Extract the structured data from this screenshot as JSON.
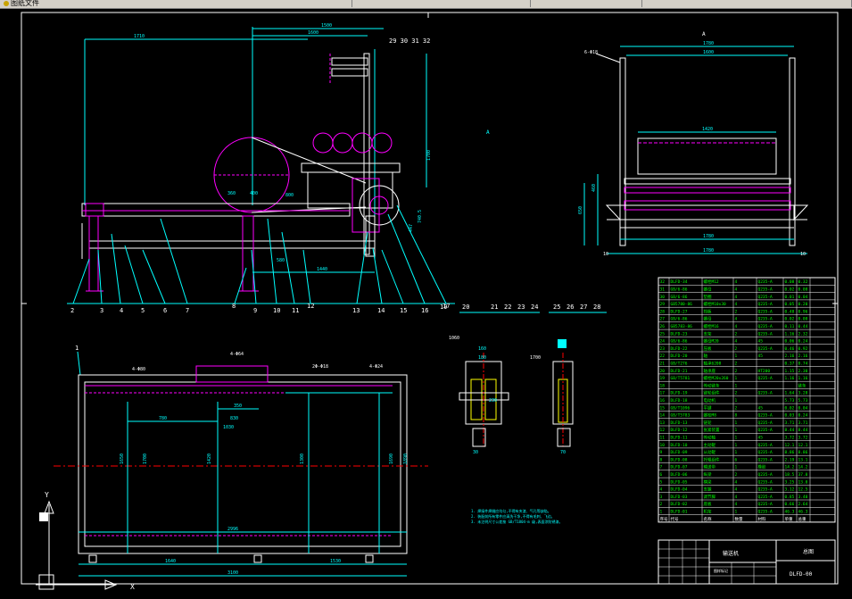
{
  "tabs": [
    {
      "label": "图纸文件"
    },
    {
      "label": ""
    },
    {
      "label": ""
    },
    {
      "label": ""
    }
  ],
  "front_view": {
    "dims_top": [
      "1710",
      "1600",
      "1500",
      "29  30  31  32"
    ],
    "dims_mid": [
      "1440",
      "1700",
      "580",
      "447",
      "740.5",
      "800",
      "400",
      "360"
    ],
    "part_numbers": [
      "2",
      "3",
      "4",
      "5",
      "6",
      "7",
      "8",
      "9",
      "10",
      "11",
      "12",
      "13",
      "14",
      "15",
      "16",
      "17",
      "18"
    ]
  },
  "side_view": {
    "label_a": "A",
    "dims": [
      "1780",
      "1600",
      "1420",
      "1780",
      "1780",
      "650",
      "460",
      "10",
      "10"
    ],
    "callout": "6-Φ18"
  },
  "plan_view": {
    "label": "1",
    "dims_bottom": [
      "2996",
      "1640",
      "3100",
      "1530"
    ],
    "dims_side": [
      "1650",
      "1700",
      "1420",
      "1300",
      "1690",
      "1890"
    ],
    "dim_top": [
      "4-Φ80",
      "4-Φ64",
      "2Φ-Φ18",
      "4-Φ24"
    ],
    "dims_inner": [
      "780",
      "350",
      "830",
      "1030"
    ]
  },
  "detail_a": {
    "numbers": [
      "19",
      "20",
      "21",
      "22",
      "23",
      "24"
    ],
    "dims": [
      "1060",
      "160",
      "180",
      "230",
      "30"
    ]
  },
  "detail_b": {
    "numbers": [
      "25",
      "26",
      "27",
      "28"
    ],
    "dims": [
      "1700",
      "70"
    ]
  },
  "notes": [
    "1. 焊接件焊缝应均匀,不得有夹渣、气孔等缺陷。",
    "2. 装配前所有零件应清洗干净,不得有毛刺、飞边。",
    "3. 未注明尺寸公差按 GB/T1804-m 级,表面涂防锈漆。"
  ],
  "bom": {
    "rows": [
      [
        "32",
        "DLFD-34",
        "螺栓M12",
        "4",
        "Q235-A",
        "0.08",
        "0.32"
      ],
      [
        "31",
        "GB/6-86",
        "螺母",
        "4",
        "Q235-A",
        "0.02",
        "0.08"
      ],
      [
        "30",
        "GB/6-86",
        "垫圈",
        "4",
        "Q235-A",
        "0.01",
        "0.04"
      ],
      [
        "29",
        "GB5780-86",
        "螺栓M10x30",
        "4",
        "Q235-A",
        "0.05",
        "0.20"
      ],
      [
        "28",
        "DLFD-27",
        "挡板",
        "2",
        "Q235-A",
        "0.48",
        "0.96"
      ],
      [
        "27",
        "GB/6-86",
        "螺母",
        "4",
        "Q235-A",
        "0.02",
        "0.08"
      ],
      [
        "26",
        "GB5783-86",
        "螺栓M16",
        "4",
        "Q235-A",
        "0.11",
        "0.44"
      ],
      [
        "25",
        "DLFD-23",
        "支架",
        "2",
        "Q235-A",
        "1.16",
        "2.32"
      ],
      [
        "24",
        "GB/6-86",
        "螺母M20",
        "4",
        "45",
        "0.06",
        "0.24"
      ],
      [
        "23",
        "DLFD-22",
        "压板",
        "2",
        "Q235-A",
        "0.46",
        "0.92"
      ],
      [
        "22",
        "DLFD-20",
        "轴",
        "1",
        "45",
        "2.16",
        "2.16"
      ],
      [
        "21",
        "GB/T276",
        "轴承6208",
        "2",
        "",
        "0.37",
        "0.74"
      ],
      [
        "20",
        "DLFD-21",
        "轴承座",
        "2",
        "HT200",
        "1.15",
        "2.30"
      ],
      [
        "19",
        "GB/T5781",
        "螺栓M20x260",
        "1",
        "Q235-A",
        "1.16",
        "1.16"
      ],
      [
        "18",
        "",
        "传动链条",
        "1",
        "",
        "",
        "链条"
      ],
      [
        "17",
        "DLFD-19",
        "链轮组件",
        "2",
        "Q235-A",
        "1.64",
        "3.28"
      ],
      [
        "16",
        "DLFD-18",
        "电动机",
        "1",
        "",
        "5.73",
        "5.73"
      ],
      [
        "15",
        "GB/T1096",
        "平键",
        "2",
        "45",
        "0.02",
        "0.04"
      ],
      [
        "14",
        "GB/T5783",
        "螺栓M8",
        "8",
        "Q235-A",
        "0.03",
        "0.24"
      ],
      [
        "13",
        "DLFD-13",
        "链轮",
        "1",
        "Q235-A",
        "3.71",
        "3.71"
      ],
      [
        "12",
        "DLFD-12",
        "张紧装置",
        "1",
        "Q235-A",
        "8.44",
        "8.44"
      ],
      [
        "11",
        "DLFD-11",
        "传动轴",
        "1",
        "45",
        "3.72",
        "3.72"
      ],
      [
        "10",
        "DLFD-10",
        "主动辊",
        "1",
        "Q235-A",
        "12.1",
        "12.1"
      ],
      [
        "9",
        "DLFD-09",
        "从动辊",
        "1",
        "Q235-A",
        "8.86",
        "8.86"
      ],
      [
        "8",
        "DLFD-08",
        "托辊组件",
        "6",
        "Q235-A",
        "2.19",
        "13.1"
      ],
      [
        "7",
        "DLFD-07",
        "输送带",
        "1",
        "橡胶",
        "14.2",
        "14.2"
      ],
      [
        "6",
        "DLFD-06",
        "纵梁",
        "2",
        "Q235-A",
        "18.5",
        "37.0"
      ],
      [
        "5",
        "DLFD-05",
        "横梁",
        "4",
        "Q235-A",
        "3.25",
        "13.0"
      ],
      [
        "4",
        "DLFD-04",
        "支腿",
        "4",
        "Q235-A",
        "3.12",
        "12.5"
      ],
      [
        "3",
        "DLFD-03",
        "调节脚",
        "4",
        "Q235-A",
        "0.85",
        "3.40"
      ],
      [
        "2",
        "DLFD-02",
        "底板",
        "4",
        "Q235-A",
        "0.66",
        "2.64"
      ],
      [
        "1",
        "DLFD-01",
        "机架",
        "1",
        "Q235-A",
        "46.3",
        "46.3"
      ]
    ],
    "header": [
      "序号",
      "代号",
      "名称",
      "数量",
      "材料",
      "单重",
      "总重"
    ]
  },
  "title_block": {
    "drawing_name": "输送机",
    "company": "总图",
    "drawing_no": "DLFD-00",
    "sheet": "图样标记"
  },
  "ucs": {
    "y": "Y",
    "x": "X"
  },
  "colors": {
    "cyan": "#00ffff",
    "white": "#ffffff",
    "magenta": "#ff00ff",
    "green": "#00ff00",
    "red": "#ff0000",
    "yellow": "#ffff00"
  }
}
